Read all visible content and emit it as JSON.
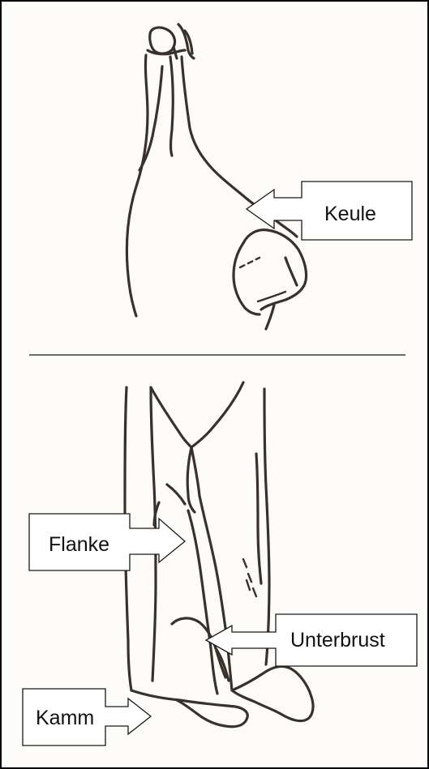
{
  "labels": {
    "keule": "Keule",
    "flanke": "Flanke",
    "unterbrust": "Unterbrust",
    "kamm": "Kamm"
  },
  "colors": {
    "sketch_stroke": "#3a302c",
    "frame_border": "#000000",
    "callout_fill": "#ffffff",
    "background": "#fdfcf9"
  }
}
